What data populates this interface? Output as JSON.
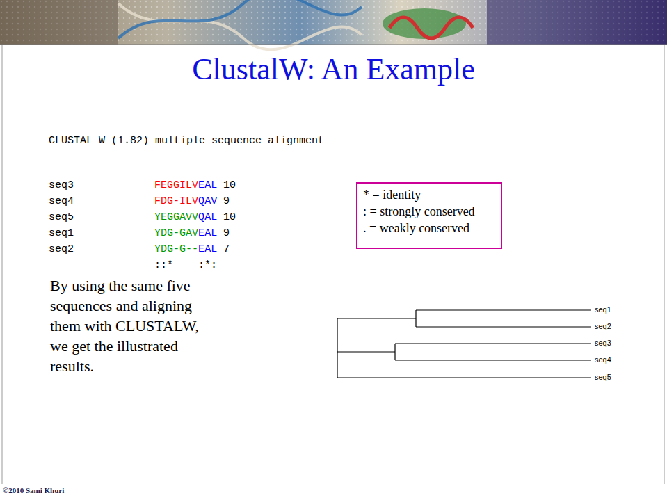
{
  "diagram": {
    "title": "ClustalW: An Example",
    "nodes": [
      {
        "text": [
          "* = identity",
          ": = strongly conserved",
          ". = weakly conserved"
        ]
      }
    ],
    "labels": [
      "CLUSTAL W (1.82) multiple sequence alignment",
      "seq3",
      "FEGGILVEAL",
      "10",
      "seq4",
      "FDG-ILVQAV",
      "9",
      "seq5",
      "YEGGAVVQAL",
      "10",
      "seq1",
      "YDG-GAVEAL",
      "9",
      "seq2",
      "YDG-G--EAL",
      "7",
      "::*    :*:",
      "By using the same five sequences and aligning them with CLUSTALW, we get the illustrated results.",
      "seq1",
      "seq2",
      "seq3",
      "seq4",
      "seq5",
      "©2010 Sami Khuri"
    ]
  }
}
